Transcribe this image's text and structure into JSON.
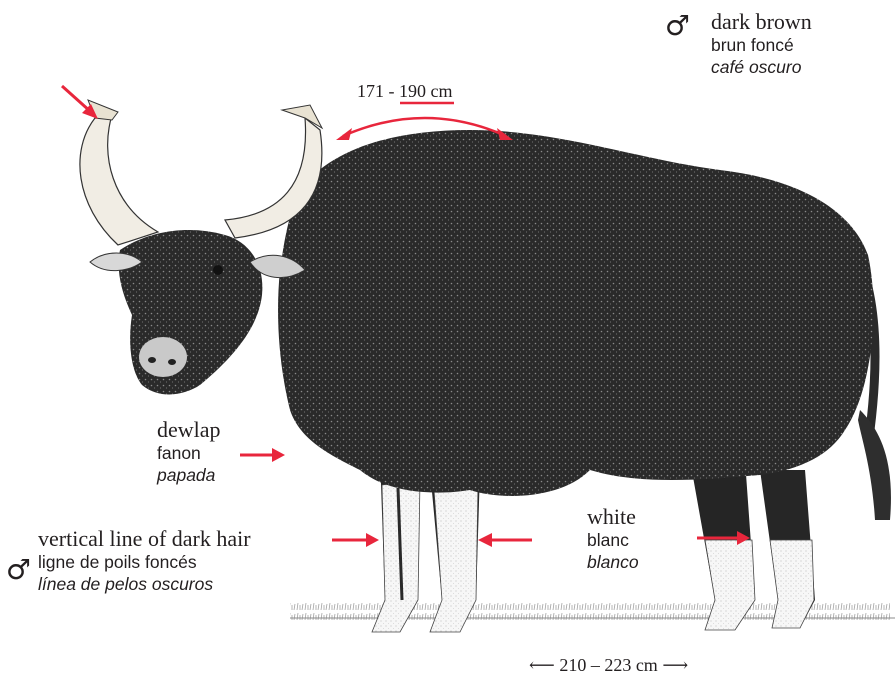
{
  "male_symbol": "♂",
  "coat": {
    "en": "dark brown",
    "fr": "brun foncé",
    "es": "café oscuro"
  },
  "dewlap": {
    "en": "dewlap",
    "fr": "fanon",
    "es": "papada"
  },
  "hair_line": {
    "en": "vertical line of dark hair",
    "fr": "ligne de poils foncés",
    "es": "línea de pelos oscuros"
  },
  "legs": {
    "en": "white",
    "fr": "blanc",
    "es": "blanco"
  },
  "measurements": {
    "shoulder_height": "171 - 190 cm",
    "body_length": "210 – 223 cm"
  },
  "colors": {
    "pointer": "#e8263c",
    "fur": "#232323",
    "horn": "#f1ede4",
    "leg": "#f6f6f6",
    "text": "#231f20"
  }
}
